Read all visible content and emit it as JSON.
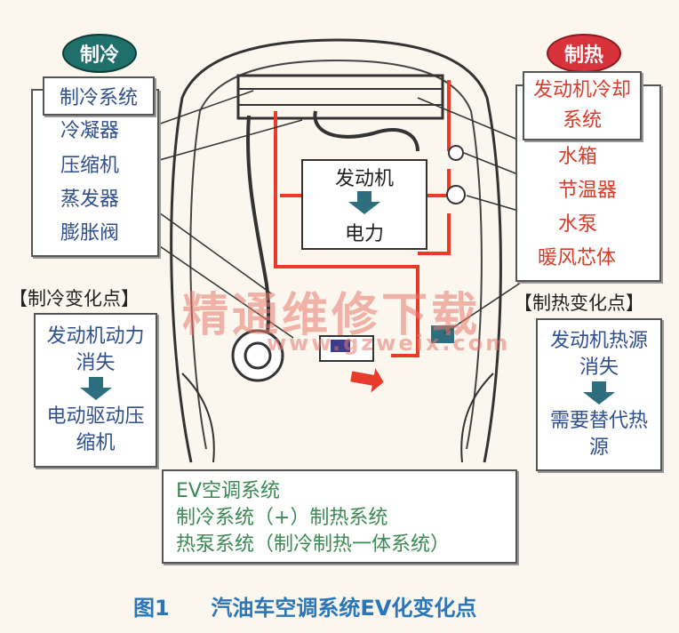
{
  "colors": {
    "cooling_accent": "#1f6f6a",
    "heating_accent": "#d8323a",
    "text_blue": "#2f4f8f",
    "text_red": "#d83c28",
    "text_green": "#3a8a52",
    "pipe_red": "#e83b2a",
    "arrow_teal": "#2d6f7e"
  },
  "cooling": {
    "badge": "制冷",
    "system_title": "制冷系统",
    "components": [
      "冷凝器",
      "压缩机",
      "蒸发器",
      "膨胀阀"
    ],
    "change_title": "【制冷变化点】",
    "change_before": "发动机动力消失",
    "change_after": "电动驱动压缩机"
  },
  "heating": {
    "badge": "制热",
    "system_title": "发动机冷却系统",
    "components": [
      "水箱",
      "节温器",
      "水泵",
      "暖风芯体"
    ],
    "change_title": "【制热变化点】",
    "change_before": "发动机热源消失",
    "change_after": "需要替代热源"
  },
  "engine": {
    "label": "发动机",
    "output": "电力"
  },
  "watermark": {
    "cn": "精通维修下载",
    "url": "www.gzweix.com"
  },
  "ev_box": {
    "line1": "EV空调系统",
    "line2": "制冷系统（+）制热系统",
    "line3": "热泵系统（制冷制热一体系统）"
  },
  "caption": {
    "figure_no": "图1",
    "text": "汽油车空调系统EV化变化点"
  }
}
